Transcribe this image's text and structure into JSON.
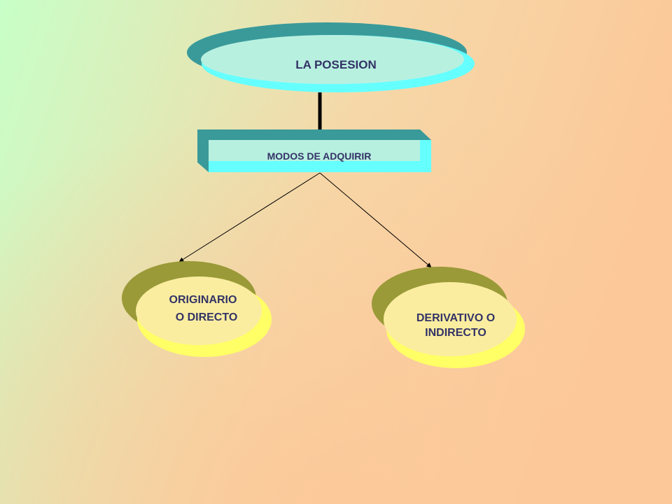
{
  "diagram": {
    "root": {
      "label": "LA POSESION"
    },
    "middle": {
      "label": "MODOS DE ADQUIRIR"
    },
    "left": {
      "line1": "ORIGINARIO",
      "line2": "O DIRECTO"
    },
    "right": {
      "line1": "DERIVATIVO O",
      "line2": "INDIRECTO"
    }
  },
  "colors": {
    "background_start": "#C8FFC8",
    "background_end": "#FCC899",
    "teal_shadow": "#3A9A9A",
    "cyan_face": "#66FFFF",
    "cyan_light": "#B8F0E0",
    "olive_shadow": "#9A9A38",
    "yellow_face": "#FFFF66",
    "yellow_light": "#FAEDA0",
    "text": "#333366",
    "connector": "#000000"
  }
}
